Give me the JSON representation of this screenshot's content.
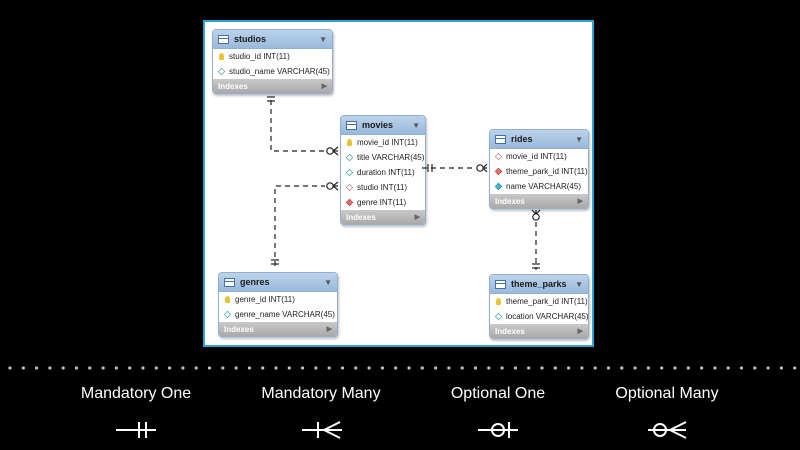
{
  "tables": {
    "studios": {
      "name": "studios",
      "columns": [
        {
          "text": "studio_id INT(11)",
          "icon": "primary-key-icon"
        },
        {
          "text": "studio_name VARCHAR(45)",
          "icon": "column-diamond-icon"
        }
      ],
      "indexes": "Indexes"
    },
    "movies": {
      "name": "movies",
      "columns": [
        {
          "text": "movie_id INT(11)",
          "icon": "primary-key-icon"
        },
        {
          "text": "title VARCHAR(45)",
          "icon": "column-diamond-icon"
        },
        {
          "text": "duration INT(11)",
          "icon": "column-diamond-icon"
        },
        {
          "text": "studio INT(11)",
          "icon": "foreign-key-diamond-icon"
        },
        {
          "text": "genre INT(11)",
          "icon": "foreign-key-filled-diamond-icon"
        }
      ],
      "indexes": "Indexes"
    },
    "rides": {
      "name": "rides",
      "columns": [
        {
          "text": "movie_id INT(11)",
          "icon": "foreign-key-diamond-icon"
        },
        {
          "text": "theme_park_id INT(11)",
          "icon": "foreign-key-filled-diamond-icon"
        },
        {
          "text": "name VARCHAR(45)",
          "icon": "not-null-filled-diamond-icon"
        }
      ],
      "indexes": "Indexes"
    },
    "genres": {
      "name": "genres",
      "columns": [
        {
          "text": "genre_id INT(11)",
          "icon": "primary-key-icon"
        },
        {
          "text": "genre_name VARCHAR(45)",
          "icon": "column-diamond-icon"
        }
      ],
      "indexes": "Indexes"
    },
    "theme_parks": {
      "name": "theme_parks",
      "columns": [
        {
          "text": "theme_park_id INT(11)",
          "icon": "primary-key-icon"
        },
        {
          "text": "location VARCHAR(45)",
          "icon": "column-diamond-icon"
        }
      ],
      "indexes": "Indexes"
    }
  },
  "legend": {
    "mandatory_one": "Mandatory One",
    "mandatory_many": "Mandatory Many",
    "optional_one": "Optional One",
    "optional_many": "Optional Many"
  },
  "colors": {
    "canvas_border": "#2ea3d6",
    "table_header": "#9ab9dc",
    "background": "#000000",
    "legend_text": "#ffffff"
  }
}
